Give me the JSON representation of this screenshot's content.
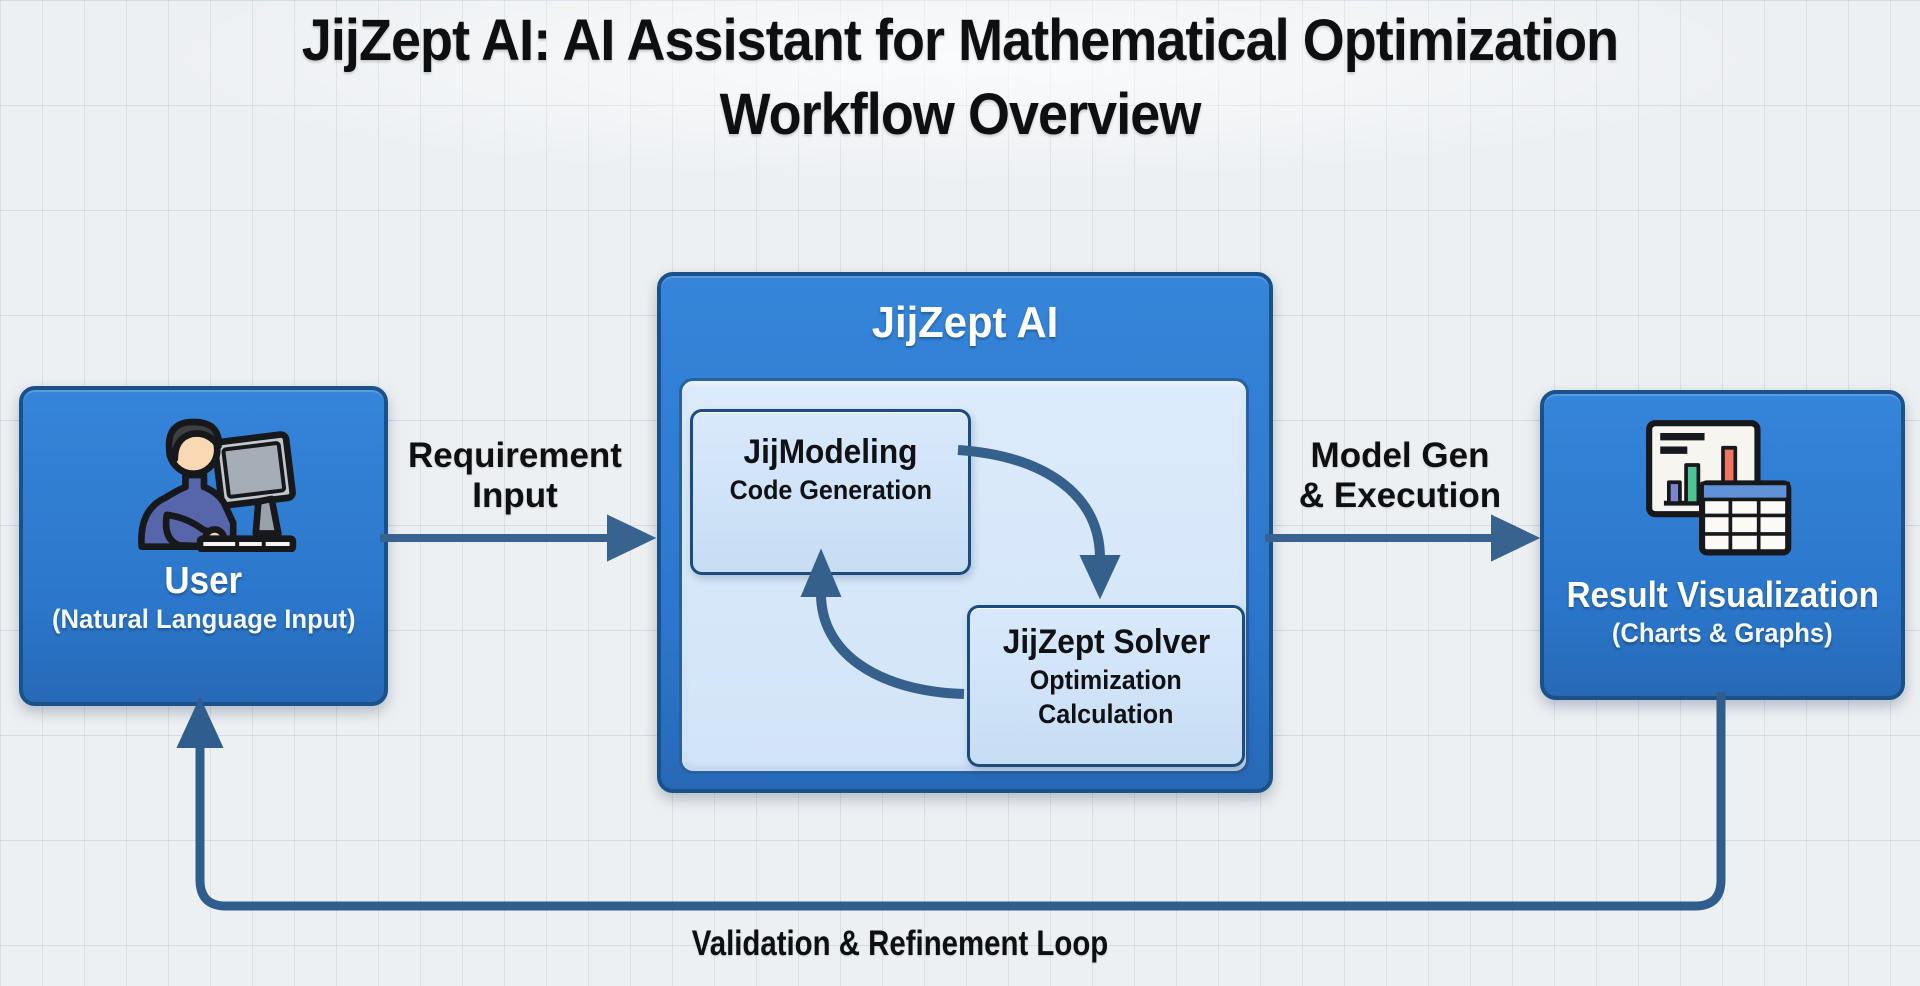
{
  "title": {
    "line1": "JijZept AI: AI Assistant for Mathematical Optimization",
    "line2": "Workflow Overview"
  },
  "nodes": {
    "user": {
      "label": "User",
      "sublabel": "(Natural Language Input)",
      "icon": "person-at-computer-icon"
    },
    "jijzept_ai": {
      "label": "JijZept AI"
    },
    "jijmodeling": {
      "label": "JijModeling",
      "sublabel": "Code Generation"
    },
    "jijzept_solver": {
      "label": "JijZept Solver",
      "sublabel1": "Optimization",
      "sublabel2": "Calculation"
    },
    "result": {
      "label": "Result Visualization",
      "sublabel": "(Charts & Graphs)",
      "icon": "bar-chart-table-icon"
    }
  },
  "edges": {
    "requirement_input": {
      "line1": "Requirement",
      "line2": "Input"
    },
    "model_gen": {
      "line1": "Model Gen",
      "line2": "& Execution"
    },
    "validation_loop": {
      "label": "Validation & Refinement Loop"
    }
  },
  "colors": {
    "node_blue": "#2e7dd2",
    "node_border": "#1a5188",
    "panel_fill": "#d7e7fa",
    "subbox_fill": "#cfe3f8",
    "subbox_border": "#1b4c7d",
    "arrow": "#38638f",
    "background": "#edf0f3",
    "text_dark": "#0e0f11",
    "text_light": "#ffffff",
    "icon_bar_blue": "#7b86ce",
    "icon_bar_green": "#4ec494",
    "icon_bar_teal": "#59c4b0",
    "icon_bar_red": "#ef7461",
    "icon_table_header": "#5e93d8"
  }
}
